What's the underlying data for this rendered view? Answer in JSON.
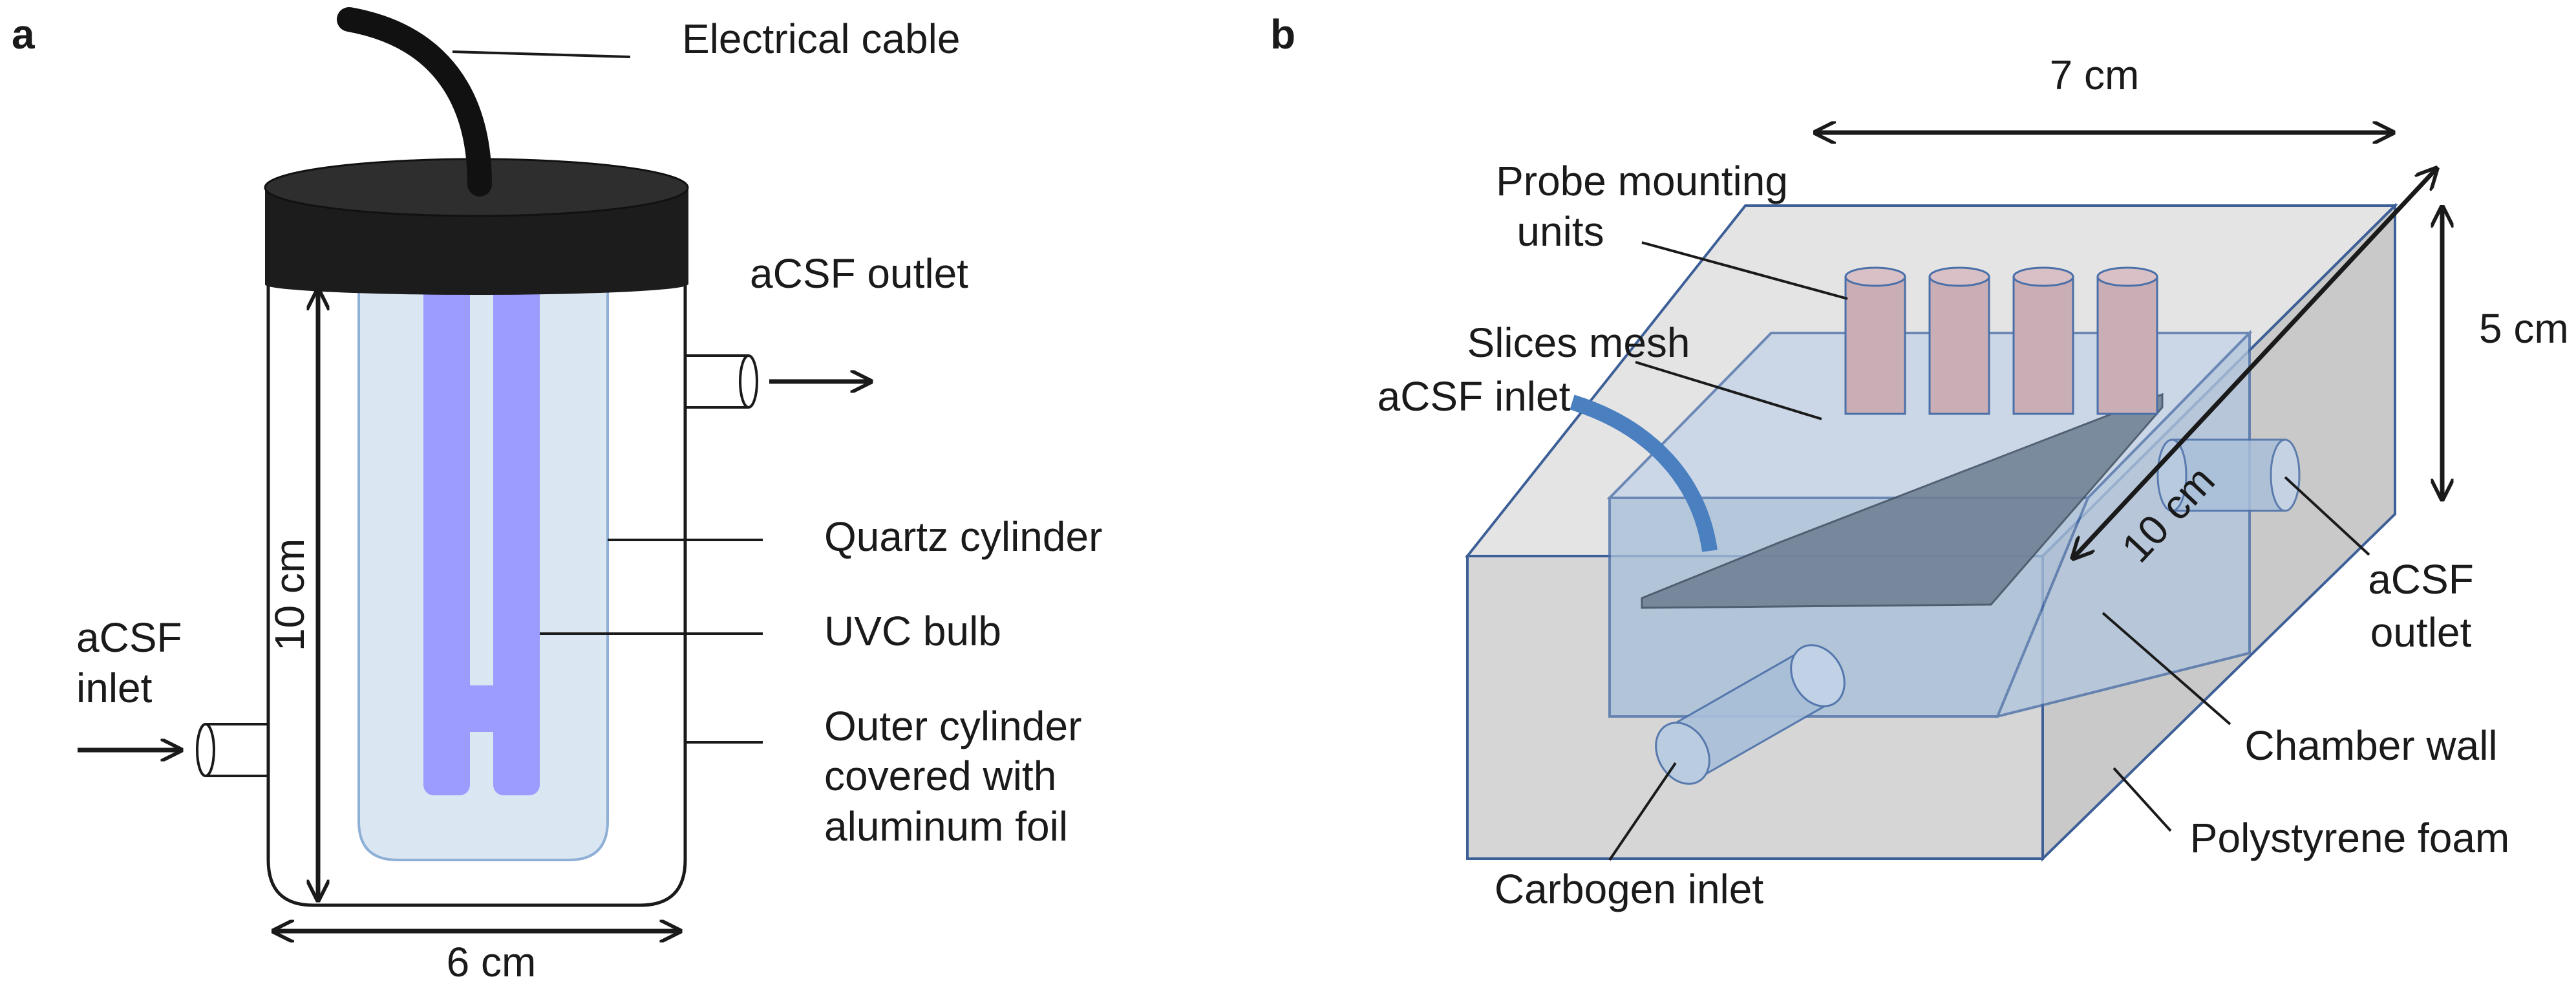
{
  "panel_a": {
    "letter": "a",
    "labels": {
      "electrical_cable": "Electrical cable",
      "acsf_outlet": "aCSF outlet",
      "quartz_cylinder": "Quartz cylinder",
      "uvc_bulb": "UVC bulb",
      "outer_line1": "Outer cylinder",
      "outer_line2": "covered with",
      "outer_line3": "aluminum foil",
      "acsf_inlet_line1": "aCSF",
      "acsf_inlet_line2": "inlet",
      "height": "10 cm",
      "width": "6 cm"
    }
  },
  "panel_b": {
    "letter": "b",
    "labels": {
      "width": "7 cm",
      "height": "5 cm",
      "depth": "10 cm",
      "probe_line1": "Probe mounting",
      "probe_line2": "units",
      "slices_mesh": "Slices mesh",
      "acsf_inlet": "aCSF inlet",
      "acsf_outlet_line1": "aCSF",
      "acsf_outlet_line2": "outlet",
      "chamber_wall": "Chamber wall",
      "polystyrene_foam": "Polystyrene foam",
      "carbogen_inlet": "Carbogen inlet"
    }
  },
  "colors": {
    "lid": "#1c1c1c",
    "quartz": "#dbe6f3",
    "quartz_stroke": "#8fb0d6",
    "bulb": "#9c9cff",
    "foam": "#d9d9d9",
    "chamber": "#a9bfd9",
    "chamber_stroke": "#4a6fa8",
    "probe": "#c9aeb5",
    "tube_blue": "#4a7fc0"
  }
}
